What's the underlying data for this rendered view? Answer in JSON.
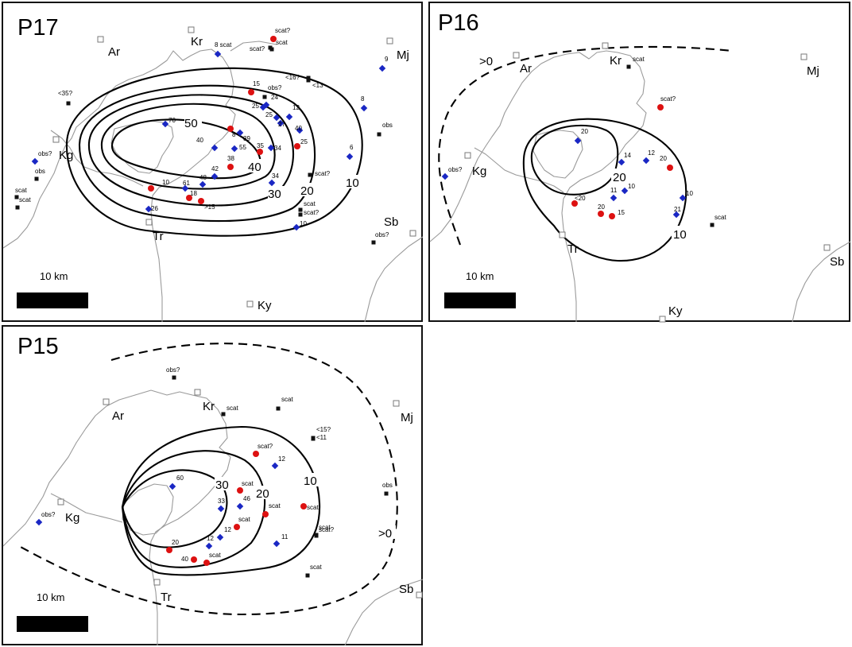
{
  "colors": {
    "circle": "#dd1111",
    "diamond": "#1a27c4",
    "square": "#111111",
    "town_box": "#7a7a7a"
  },
  "legend_note": {
    "circle": "red-circle-marker",
    "diamond": "blue-diamond-marker",
    "square": "black-square-marker"
  },
  "panels": {
    "p17": {
      "title": "P17",
      "scale_label": "10 km",
      "towns": {
        "Ar": "Ar",
        "Kr": "Kr",
        "Mj": "Mj",
        "Kg": "Kg",
        "Tr": "Tr",
        "Sb": "Sb",
        "Ky": "Ky"
      },
      "contour_labels": [
        "50",
        "40",
        "30",
        "20",
        "10"
      ],
      "observations": [
        {
          "id": "o1",
          "label": "70"
        },
        {
          "id": "o2",
          "label": "8 scat"
        },
        {
          "id": "o3",
          "label": "scat?"
        },
        {
          "id": "o4",
          "label": "scat"
        },
        {
          "id": "o5",
          "label": "scat?"
        },
        {
          "id": "o6",
          "label": "9"
        },
        {
          "id": "o7",
          "label": "<16?"
        },
        {
          "id": "o8",
          "label": "<13"
        },
        {
          "id": "o9",
          "label": "<35?"
        },
        {
          "id": "o10",
          "label": "15"
        },
        {
          "id": "o11",
          "label": "obs?"
        },
        {
          "id": "o12",
          "label": "24"
        },
        {
          "id": "o13",
          "label": "25"
        },
        {
          "id": "o14",
          "label": "12"
        },
        {
          "id": "o15",
          "label": "8"
        },
        {
          "id": "o16",
          "label": "25"
        },
        {
          "id": "o17",
          "label": "27"
        },
        {
          "id": "o18",
          "label": "40"
        },
        {
          "id": "o19",
          "label": "obs"
        },
        {
          "id": "o20",
          "label": "8"
        },
        {
          "id": "o21",
          "label": "39"
        },
        {
          "id": "o22",
          "label": "40"
        },
        {
          "id": "o23",
          "label": "55"
        },
        {
          "id": "o24",
          "label": "35"
        },
        {
          "id": "o25",
          "label": "34"
        },
        {
          "id": "o26",
          "label": "25"
        },
        {
          "id": "o27",
          "label": "6"
        },
        {
          "id": "o28",
          "label": "obs?"
        },
        {
          "id": "o29",
          "label": "obs"
        },
        {
          "id": "o30",
          "label": "38"
        },
        {
          "id": "o31",
          "label": "42"
        },
        {
          "id": "o32",
          "label": "scat?"
        },
        {
          "id": "o33",
          "label": "34"
        },
        {
          "id": "o34",
          "label": "10"
        },
        {
          "id": "o35",
          "label": "61"
        },
        {
          "id": "o36",
          "label": "48"
        },
        {
          "id": "o37",
          "label": "18"
        },
        {
          "id": "o38",
          "label": ">15"
        },
        {
          "id": "o39",
          "label": "scat"
        },
        {
          "id": "o40",
          "label": "scat"
        },
        {
          "id": "o41",
          "label": "scat"
        },
        {
          "id": "o42",
          "label": "scat?"
        },
        {
          "id": "o43",
          "label": "26"
        },
        {
          "id": "o44",
          "label": "10"
        },
        {
          "id": "o45",
          "label": "obs?"
        }
      ]
    },
    "p16": {
      "title": "P16",
      "scale_label": "10 km",
      "towns": {
        "Ar": "Ar",
        "Kr": "Kr",
        "Mj": "Mj",
        "Kg": "Kg",
        "Tr": "Tr",
        "Sb": "Sb",
        "Ky": "Ky"
      },
      "contour_labels": [
        ">0",
        "20",
        "10"
      ],
      "observations": [
        {
          "id": "q1",
          "label": "scat"
        },
        {
          "id": "q2",
          "label": "scat?"
        },
        {
          "id": "q3",
          "label": "20"
        },
        {
          "id": "q4",
          "label": "14"
        },
        {
          "id": "q5",
          "label": "12"
        },
        {
          "id": "q6",
          "label": "20"
        },
        {
          "id": "q7",
          "label": "obs?"
        },
        {
          "id": "q8",
          "label": "11"
        },
        {
          "id": "q9",
          "label": "10"
        },
        {
          "id": "q10",
          "label": "10"
        },
        {
          "id": "q11",
          "label": "<20"
        },
        {
          "id": "q12",
          "label": "20"
        },
        {
          "id": "q13",
          "label": "15"
        },
        {
          "id": "q14",
          "label": "21"
        },
        {
          "id": "q15",
          "label": "scat"
        }
      ]
    },
    "p15": {
      "title": "P15",
      "scale_label": "10 km",
      "towns": {
        "Ar": "Ar",
        "Kr": "Kr",
        "Mj": "Mj",
        "Kg": "Kg",
        "Tr": "Tr",
        "Sb": "Sb"
      },
      "contour_labels": [
        "30",
        "20",
        "10",
        ">0"
      ],
      "observations": [
        {
          "id": "r1",
          "label": "obs?"
        },
        {
          "id": "r2",
          "label": "scat"
        },
        {
          "id": "r3",
          "label": "scat"
        },
        {
          "id": "r4",
          "label": "<15?"
        },
        {
          "id": "r5",
          "label": "<11"
        },
        {
          "id": "r6",
          "label": "scat?"
        },
        {
          "id": "r7",
          "label": "12"
        },
        {
          "id": "r8",
          "label": "60"
        },
        {
          "id": "r9",
          "label": "scat"
        },
        {
          "id": "r10",
          "label": "46"
        },
        {
          "id": "r11",
          "label": "33"
        },
        {
          "id": "r12",
          "label": "scat"
        },
        {
          "id": "r13",
          "label": "scat"
        },
        {
          "id": "r14",
          "label": "obs"
        },
        {
          "id": "r15",
          "label": "scat"
        },
        {
          "id": "r16",
          "label": "obs?"
        },
        {
          "id": "r17",
          "label": "scat"
        },
        {
          "id": "r18",
          "label": "12"
        },
        {
          "id": "r19",
          "label": "scat?"
        },
        {
          "id": "r20",
          "label": "20"
        },
        {
          "id": "r21",
          "label": "12"
        },
        {
          "id": "r22",
          "label": "11"
        },
        {
          "id": "r23",
          "label": "40"
        },
        {
          "id": "r24",
          "label": "scat"
        },
        {
          "id": "r25",
          "label": "scat"
        }
      ]
    }
  }
}
